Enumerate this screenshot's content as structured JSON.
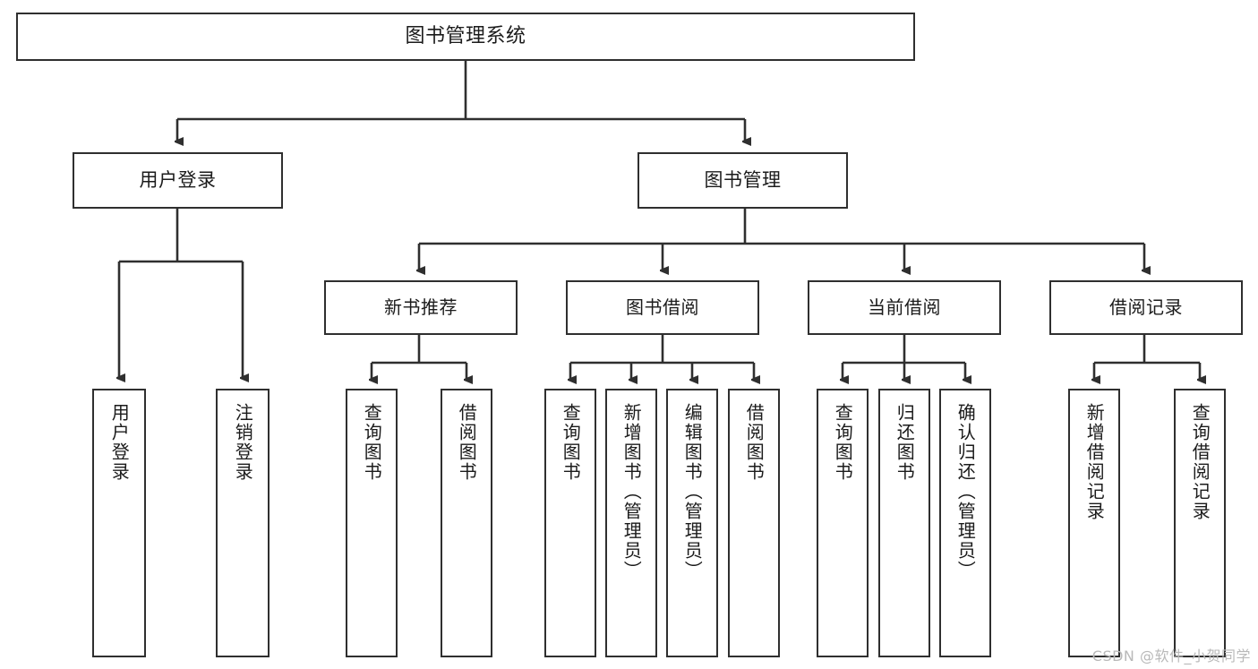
{
  "diagram": {
    "type": "tree",
    "title": "图书管理系统",
    "orientation": "top-down",
    "root": {
      "label": "图书管理系统"
    },
    "level2": [
      {
        "label": "用户登录"
      },
      {
        "label": "图书管理"
      }
    ],
    "level3": [
      {
        "label": "新书推荐"
      },
      {
        "label": "图书借阅"
      },
      {
        "label": "当前借阅"
      },
      {
        "label": "借阅记录"
      }
    ],
    "leaves": {
      "user_login": [
        {
          "label": "用户登录"
        },
        {
          "label": "注销登录"
        }
      ],
      "new_book_recommend": [
        {
          "label": "查询图书"
        },
        {
          "label": "借阅图书"
        }
      ],
      "book_borrow": [
        {
          "label": "查询图书"
        },
        {
          "label": "新增图书（管理员）"
        },
        {
          "label": "编辑图书（管理员）"
        },
        {
          "label": "借阅图书"
        }
      ],
      "current_borrow": [
        {
          "label": "查询图书"
        },
        {
          "label": "归还图书"
        },
        {
          "label": "确认归还（管理员）"
        }
      ],
      "borrow_record": [
        {
          "label": "新增借阅记录"
        },
        {
          "label": "查询借阅记录"
        }
      ]
    }
  },
  "watermark": {
    "text": "CSDN @软件_小贺同学"
  },
  "colors": {
    "border": "#2f2f2f",
    "text": "#1b1b1b",
    "background": "#ffffff",
    "watermark": "#b9b9b9"
  }
}
